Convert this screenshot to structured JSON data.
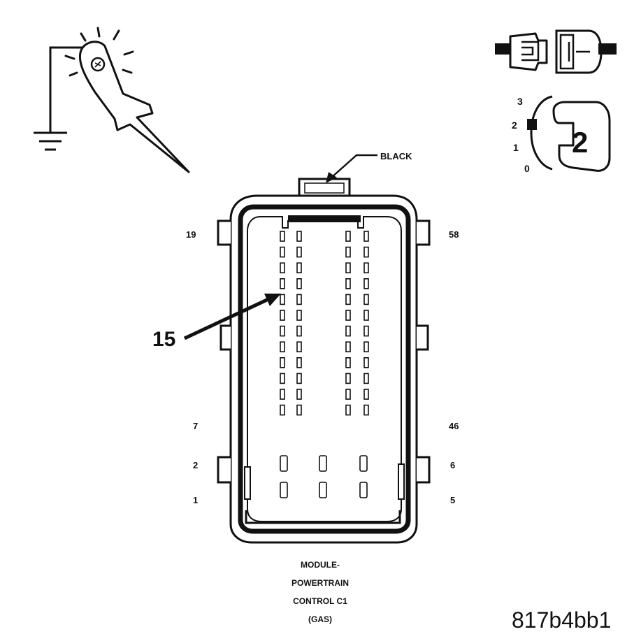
{
  "connector": {
    "color_label": "BLACK",
    "callout_pin": "15",
    "pin_labels": {
      "top_left": "19",
      "top_right": "58",
      "mid_left": "7",
      "mid_right": "46",
      "low_left_2": "2",
      "low_right_6": "6",
      "bottom_left_1": "1",
      "bottom_right_5": "5"
    },
    "caption": [
      "MODULE-",
      "POWERTRAIN",
      "CONTROL C1",
      "(GAS)"
    ]
  },
  "ignition": {
    "positions": [
      "3",
      "2",
      "1",
      "0"
    ],
    "selected": "2"
  },
  "figure_id": "817b4bb1",
  "icons": [
    "test-light-probe-icon",
    "ground-symbol-icon",
    "disconnected-connector-icon",
    "ignition-key-icon"
  ],
  "colors": {
    "ink": "#111111",
    "background": "#ffffff"
  }
}
